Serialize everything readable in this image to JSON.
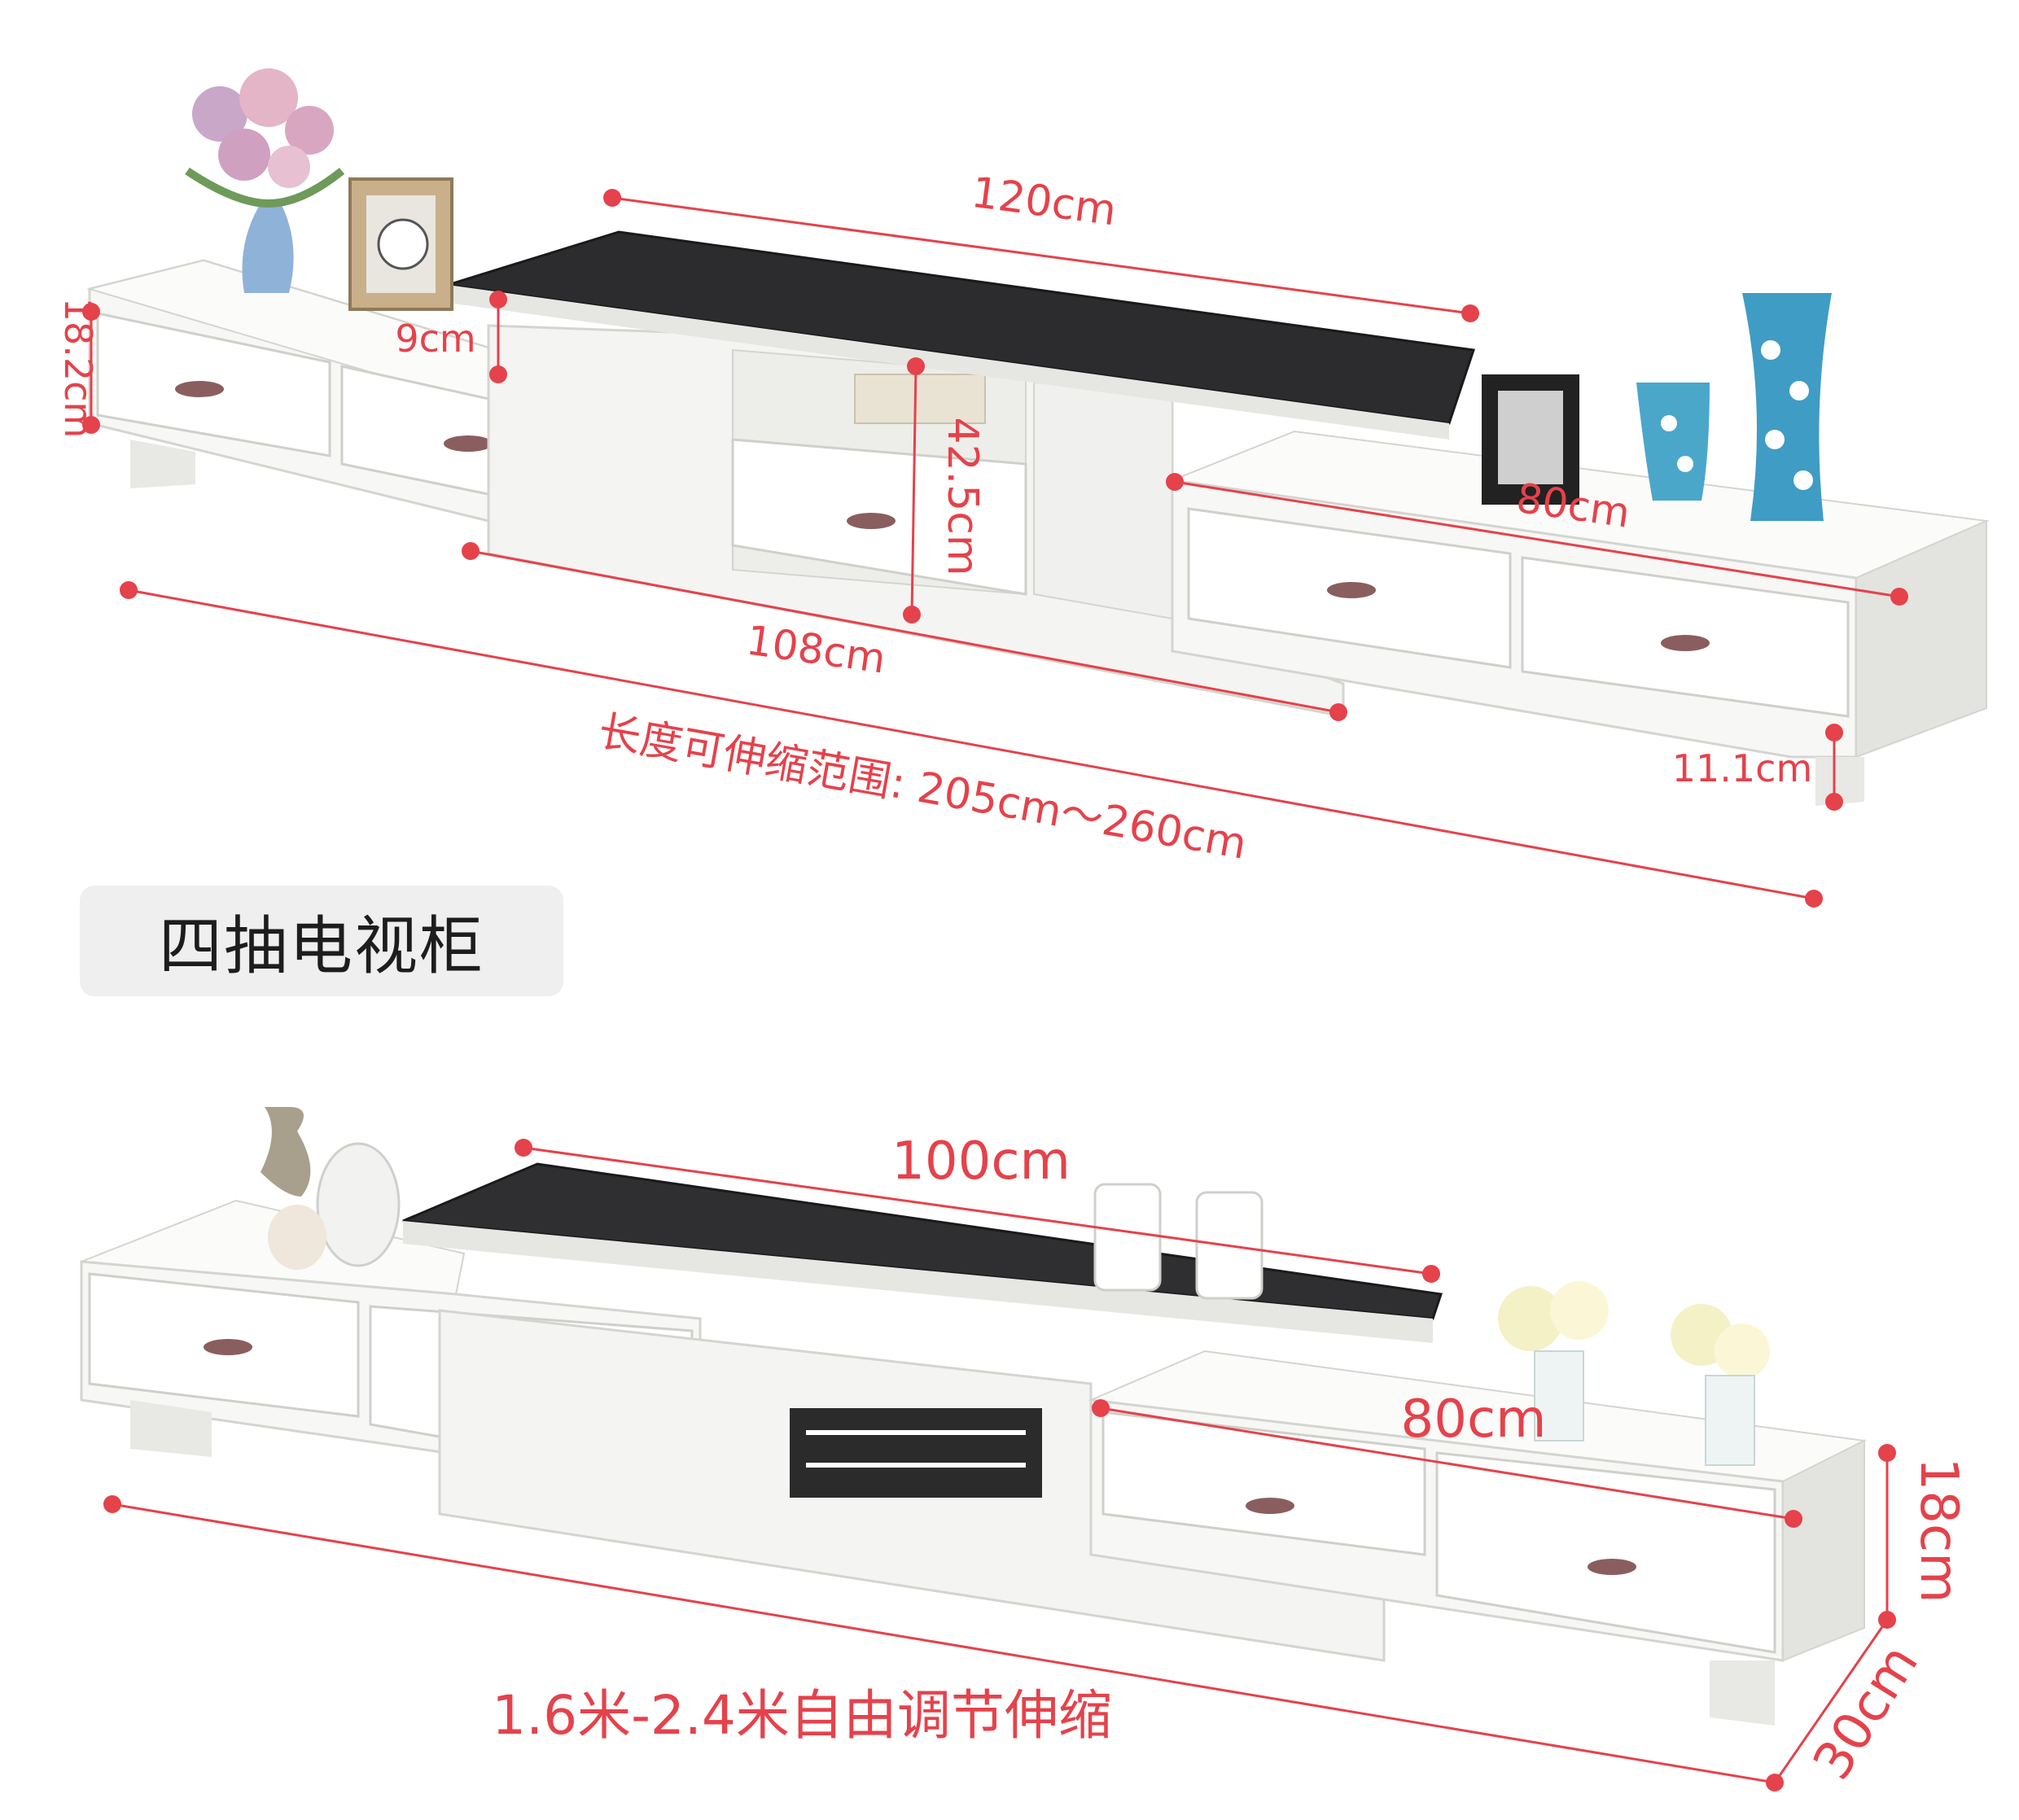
{
  "colors": {
    "dimension": "#e5424b",
    "cabinet": "#f7f7f5",
    "cabinet_shadow": "#d9d9d6",
    "glass_top": "#2c2c2e",
    "handle": "#8a5e5e",
    "tag_bg": "#efefef"
  },
  "top_product": {
    "dimensions": {
      "top_width": "120cm",
      "top_height": "9cm",
      "side_height": "18.2cm",
      "center_height": "42.5cm",
      "right_width": "80cm",
      "middle_width": "108cm",
      "leg_height": "11.1cm",
      "length_range": "长度可伸缩范围: 205cm～260cm"
    }
  },
  "category_tag": "四抽电视柜",
  "bottom_product": {
    "dimensions": {
      "top_width": "100cm",
      "right_width": "80cm",
      "height": "18cm",
      "depth": "30cm",
      "length_range": "1.6米-2.4米自由调节伸缩"
    }
  }
}
